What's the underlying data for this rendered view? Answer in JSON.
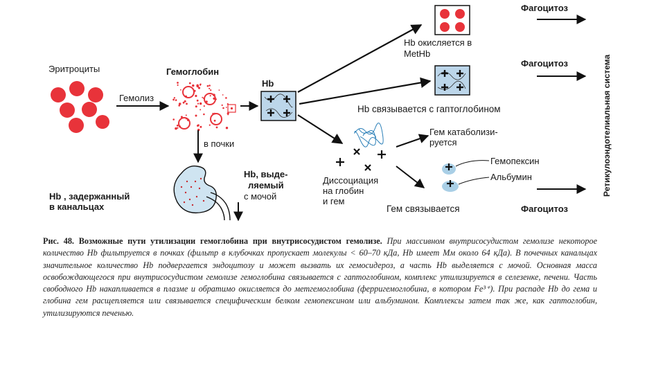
{
  "diagram": {
    "erythrocytes": "Эритроциты",
    "hemolysis": "Гемолиз",
    "hemoglobin": "Гемоглобин",
    "hb": "Hb",
    "to_kidneys": "в почки",
    "hb_retained_1": "Hb , задержанный",
    "hb_retained_2": "в канальцах",
    "hb_excreted_1": "Hb, выде-",
    "hb_excreted_2": "ляемый",
    "hb_excreted_3": "с мочой",
    "oxidized_1": "Hb окисляется в",
    "oxidized_2": "MetHb",
    "haptoglobin": "Hb связывается с гаптоглобином",
    "heme_catab_1": "Гем катаболизи-",
    "heme_catab_2": "руется",
    "dissoc_1": "Диссоциация",
    "dissoc_2": "на глобин",
    "dissoc_3": "и гем",
    "hemopexin": "Гемопексин",
    "albumin": "Альбумин",
    "heme_binds": "Гем связывается",
    "phagocytosis_1": "Фагоцитоз",
    "phagocytosis_2": "Фагоцитоз",
    "phagocytosis_3": "Фагоцитоз",
    "res_system": "Ретикулоэндотелиальная система"
  },
  "caption": {
    "title": "Рис. 48. Возможные пути утилизации гемоглобина при внутрисосудистом гемолизе.",
    "body": "При массивном внутрисосудистом гемолизе некоторое количество Hb фильтруется в почках (фильтр в клубочках пропускает молекулы < 60–70 кДа, Hb имеет Мм около 64 кДа). В почечных канальцах значительное количество Hb подвергается эндоцитозу и может вызвать их гемосидероз, а часть Hb выделяется с мочой. Основная масса освобождающегося при внутрисосудистом гемолизе гемоглобина связывается с гаптоглобином, комплекс утилизируется в селезенке, печени. Часть свободного Hb накапливается в плазме и обратимо окисляется до метгемоглобина (ферригемоглобина, в котором Fe³⁺). При распаде Hb до гема и глобина гем расщепляется или связывается специфическим белком гемопексином или альбумином. Комплексы затем так же, как гаптоглобин, утилизируются печенью."
  },
  "colors": {
    "red": "#e8333a",
    "blue_box": "#bcd6ea",
    "pale_blue": "#a9cfe6",
    "kidney": "#cfe4f1"
  }
}
